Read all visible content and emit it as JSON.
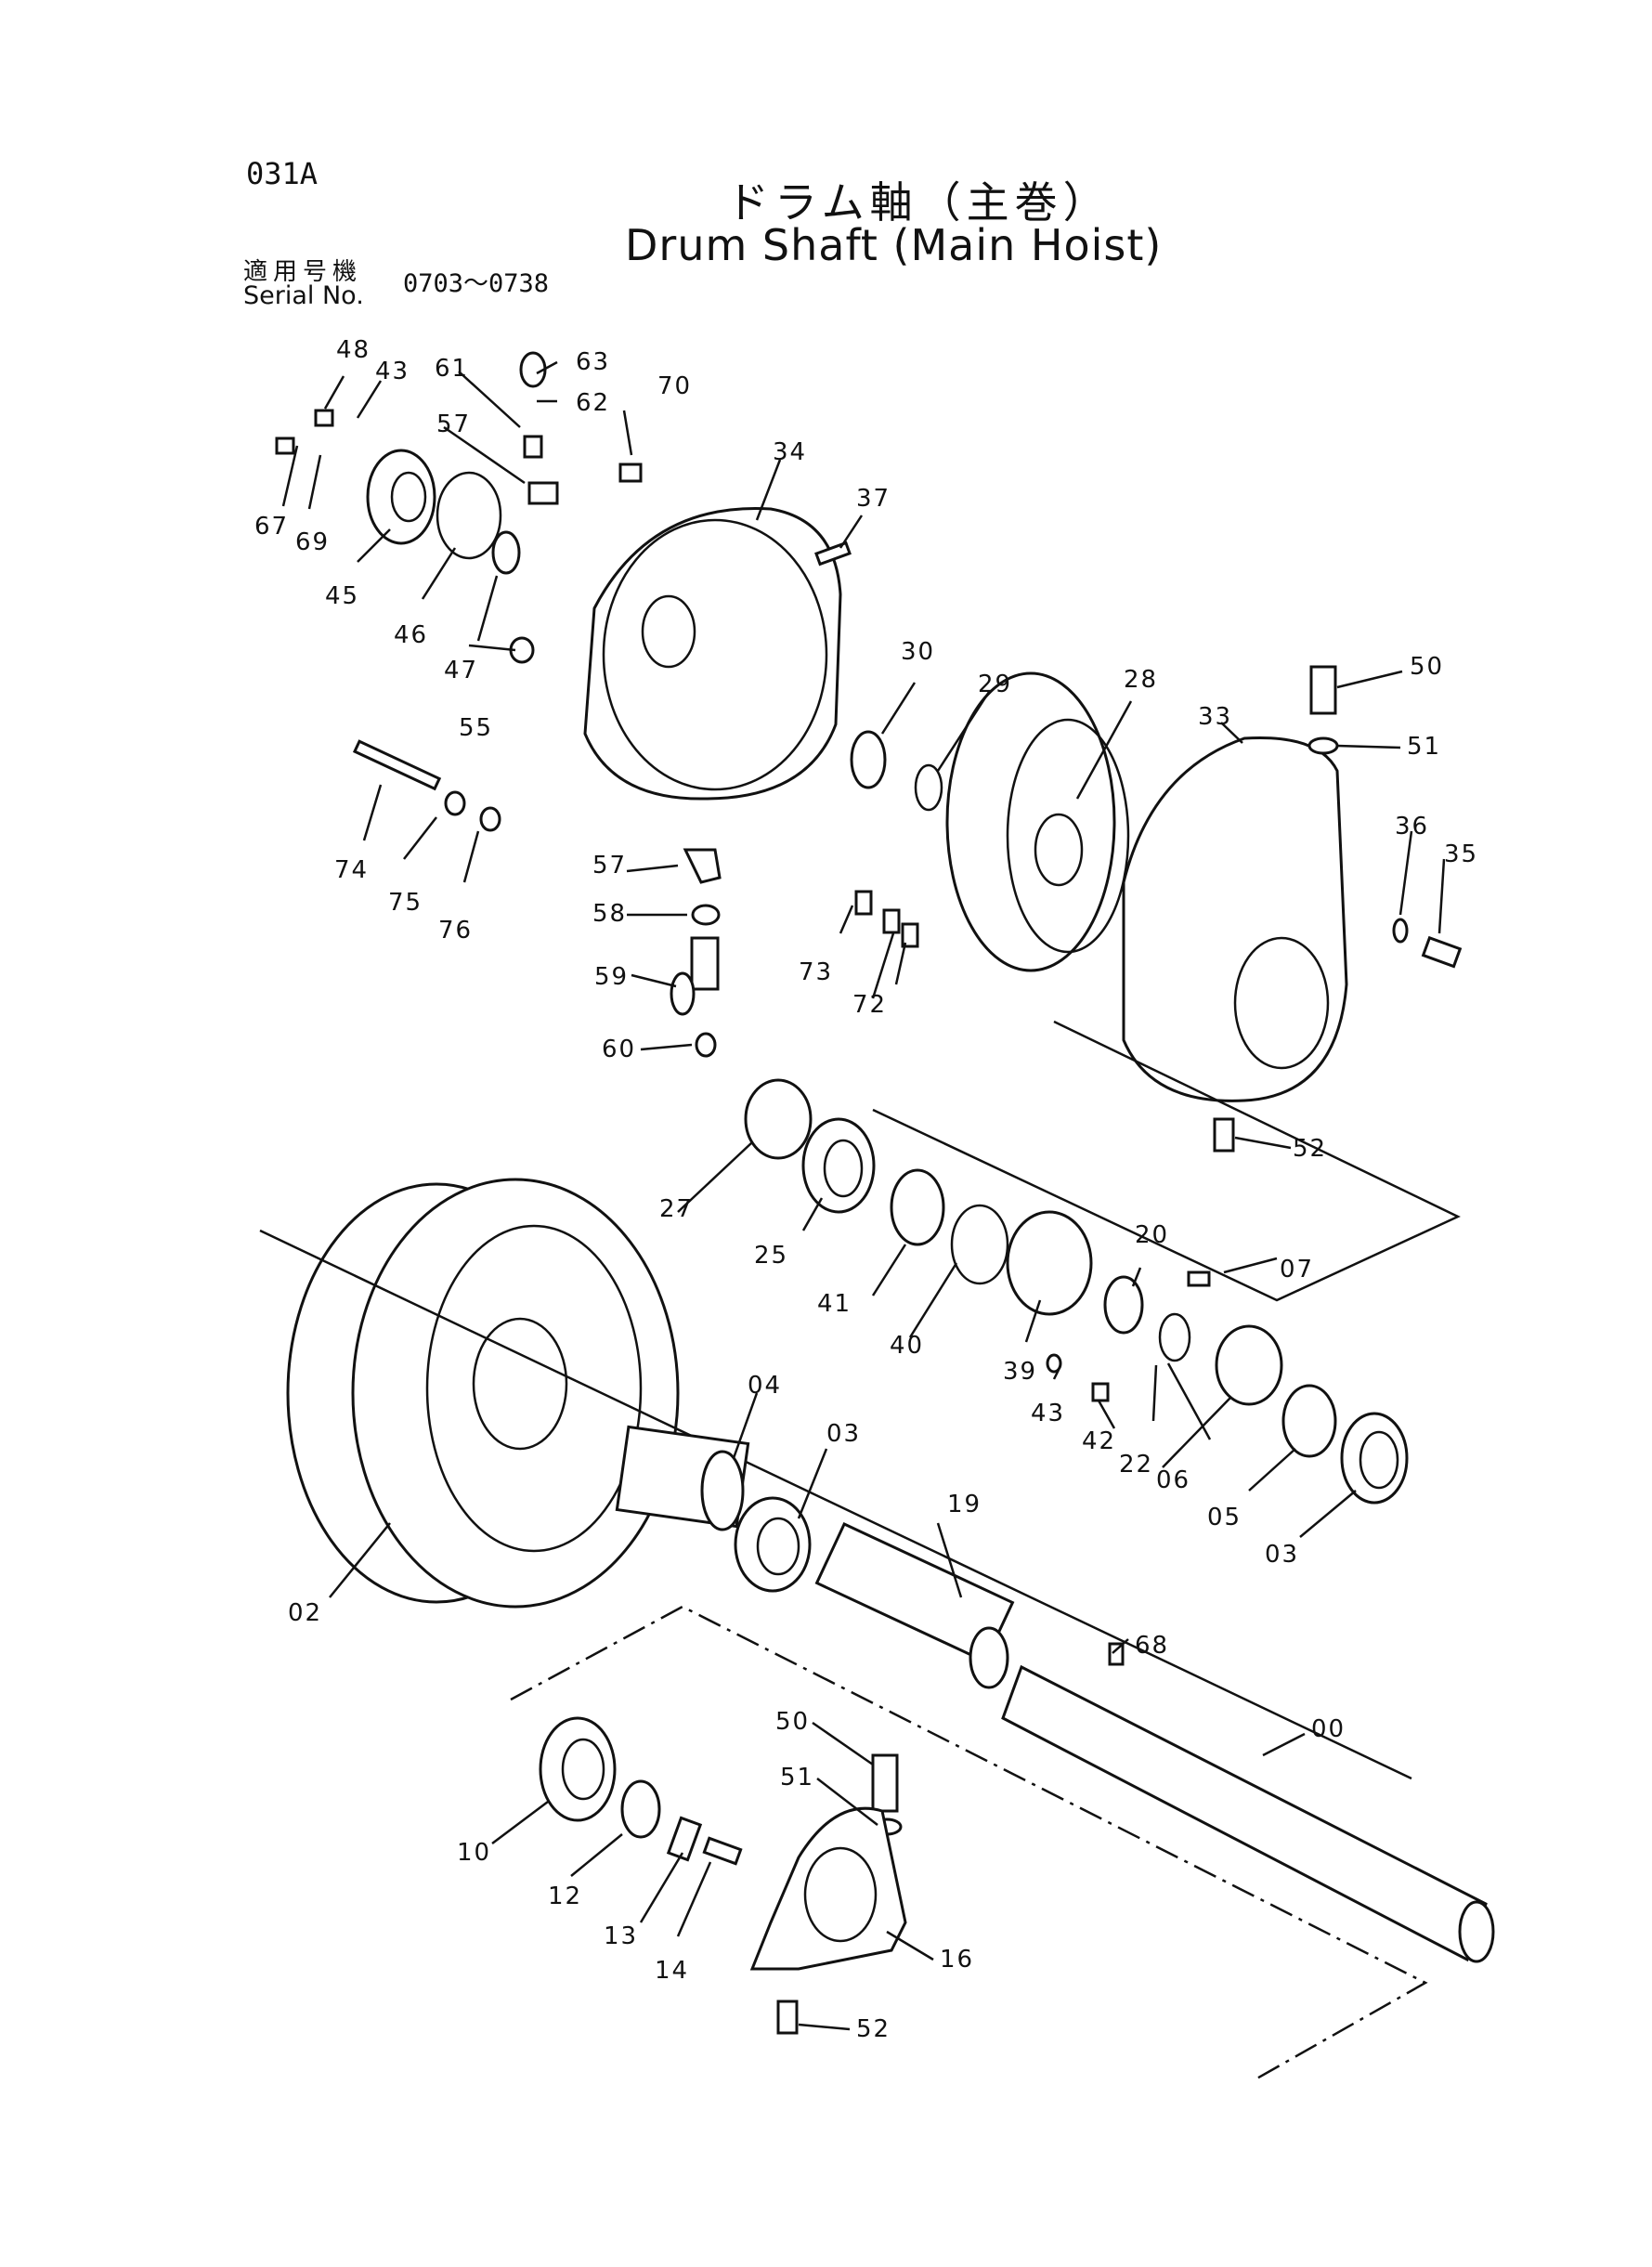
{
  "header": {
    "page_code": "031A",
    "title_ja": "ドラム軸（主巻）",
    "title_en": "Drum Shaft (Main Hoist)",
    "serial_label_ja": "適用号機",
    "serial_label_en": "Serial No.",
    "serial_range": "0703～0738"
  },
  "part_labels": [
    {
      "id": "48",
      "text": "48"
    },
    {
      "id": "43a",
      "text": "43"
    },
    {
      "id": "61",
      "text": "61"
    },
    {
      "id": "63",
      "text": "63"
    },
    {
      "id": "62",
      "text": "62"
    },
    {
      "id": "70",
      "text": "70"
    },
    {
      "id": "57a",
      "text": "57"
    },
    {
      "id": "34",
      "text": "34"
    },
    {
      "id": "67",
      "text": "67"
    },
    {
      "id": "69",
      "text": "69"
    },
    {
      "id": "37",
      "text": "37"
    },
    {
      "id": "45",
      "text": "45"
    },
    {
      "id": "46",
      "text": "46"
    },
    {
      "id": "47",
      "text": "47"
    },
    {
      "id": "30",
      "text": "30"
    },
    {
      "id": "29",
      "text": "29"
    },
    {
      "id": "28",
      "text": "28"
    },
    {
      "id": "55",
      "text": "55"
    },
    {
      "id": "50a",
      "text": "50"
    },
    {
      "id": "33",
      "text": "33"
    },
    {
      "id": "51a",
      "text": "51"
    },
    {
      "id": "74",
      "text": "74"
    },
    {
      "id": "75",
      "text": "75"
    },
    {
      "id": "76",
      "text": "76"
    },
    {
      "id": "36",
      "text": "36"
    },
    {
      "id": "35",
      "text": "35"
    },
    {
      "id": "57b",
      "text": "57"
    },
    {
      "id": "58",
      "text": "58"
    },
    {
      "id": "73",
      "text": "73"
    },
    {
      "id": "72",
      "text": "72"
    },
    {
      "id": "59",
      "text": "59"
    },
    {
      "id": "60",
      "text": "60"
    },
    {
      "id": "52a",
      "text": "52"
    },
    {
      "id": "27",
      "text": "27"
    },
    {
      "id": "25",
      "text": "25"
    },
    {
      "id": "41",
      "text": "41"
    },
    {
      "id": "40",
      "text": "40"
    },
    {
      "id": "20",
      "text": "20"
    },
    {
      "id": "07",
      "text": "07"
    },
    {
      "id": "39",
      "text": "39"
    },
    {
      "id": "43b",
      "text": "43"
    },
    {
      "id": "42",
      "text": "42"
    },
    {
      "id": "22",
      "text": "22"
    },
    {
      "id": "04",
      "text": "04"
    },
    {
      "id": "03a",
      "text": "03"
    },
    {
      "id": "06",
      "text": "06"
    },
    {
      "id": "05",
      "text": "05"
    },
    {
      "id": "03b",
      "text": "03"
    },
    {
      "id": "19",
      "text": "19"
    },
    {
      "id": "02",
      "text": "02"
    },
    {
      "id": "68",
      "text": "68"
    },
    {
      "id": "00",
      "text": "00"
    },
    {
      "id": "50b",
      "text": "50"
    },
    {
      "id": "51b",
      "text": "51"
    },
    {
      "id": "10",
      "text": "10"
    },
    {
      "id": "12",
      "text": "12"
    },
    {
      "id": "13",
      "text": "13"
    },
    {
      "id": "14",
      "text": "14"
    },
    {
      "id": "16",
      "text": "16"
    },
    {
      "id": "52b",
      "text": "52"
    }
  ]
}
